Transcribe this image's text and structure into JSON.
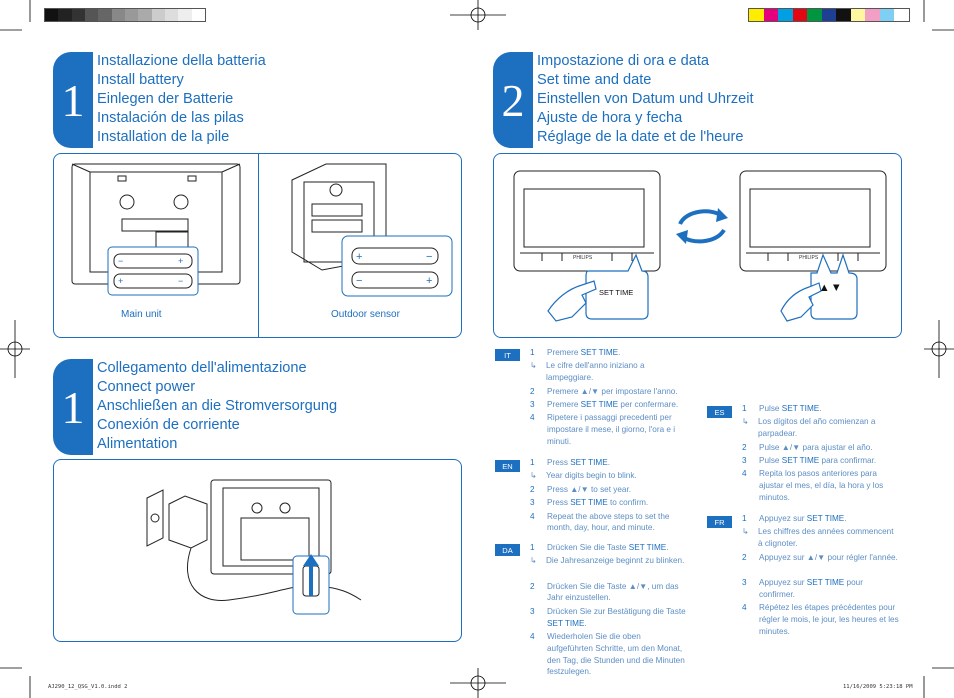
{
  "sections": {
    "battery": {
      "number": "1",
      "lines": [
        "Installazione della batteria",
        "Install battery",
        "Einlegen der Batterie",
        "Instalación de las pilas",
        "Installation de la pile"
      ],
      "captions": {
        "main_unit": "Main unit",
        "outdoor_sensor": "Outdoor sensor"
      }
    },
    "power": {
      "number": "1",
      "lines": [
        "Collegamento dell'alimentazione",
        "Connect power",
        "Anschließen an die Stromversorgung",
        "Conexión de corriente",
        "Alimentation"
      ]
    },
    "time": {
      "number": "2",
      "lines": [
        "Impostazione di ora e data",
        "Set time and date",
        "Einstellen von Datum und Uhrzeit",
        "Ajuste de hora y fecha",
        "Réglage de la date et de l'heure"
      ],
      "set_time_label": "SET TIME",
      "brand": "PHILIPS",
      "up_down": "▲  ▼"
    }
  },
  "instructions": {
    "it": {
      "tag": "IT",
      "steps": [
        {
          "n": "1",
          "a": "Premere ",
          "k": "SET TIME",
          "b": "."
        },
        {
          "sub": "Le cifre dell'anno iniziano a lampeggiare."
        },
        {
          "n": "2",
          "a": "Premere ▲/▼ per impostare l'anno."
        },
        {
          "n": "3",
          "a": "Premere ",
          "k": "SET TIME",
          "b": " per confermare."
        },
        {
          "n": "4",
          "a": "Ripetere i passaggi precedenti per impostare il mese, il giorno, l'ora e i minuti."
        }
      ]
    },
    "en": {
      "tag": "EN",
      "steps": [
        {
          "n": "1",
          "a": "Press ",
          "k": "SET TIME",
          "b": "."
        },
        {
          "sub": "Year digits begin to blink."
        },
        {
          "n": "2",
          "a": "Press ▲/▼ to set year."
        },
        {
          "n": "3",
          "a": "Press ",
          "k": "SET TIME",
          "b": " to confirm."
        },
        {
          "n": "4",
          "a": "Repeat the above steps to set the month, day, hour, and minute."
        }
      ]
    },
    "da": {
      "tag": "DA",
      "steps": [
        {
          "n": "1",
          "a": "Drücken Sie die Taste ",
          "k": "SET TIME",
          "b": "."
        },
        {
          "sub": "Die Jahresanzeige beginnt zu blinken."
        },
        {
          "n": "2",
          "a": "Drücken Sie die Taste ▲/▼, um das Jahr einzustellen."
        },
        {
          "n": "3",
          "a": "Drücken Sie zur Bestätigung die Taste ",
          "k": "SET TIME",
          "b": "."
        },
        {
          "n": "4",
          "a": "Wiederholen Sie die oben aufgeführten Schritte, um den Monat, den Tag, die Stunden und die Minuten festzulegen."
        }
      ]
    },
    "es": {
      "tag": "ES",
      "steps": [
        {
          "n": "1",
          "a": "Pulse ",
          "k": "SET TIME",
          "b": "."
        },
        {
          "sub": "Los dígitos del año comienzan a parpadear."
        },
        {
          "n": "2",
          "a": "Pulse ▲/▼ para ajustar el año."
        },
        {
          "n": "3",
          "a": "Pulse ",
          "k": "SET TIME",
          "b": " para confirmar."
        },
        {
          "n": "4",
          "a": "Repita los pasos anteriores para ajustar el mes, el día, la hora y los minutos."
        }
      ]
    },
    "fr": {
      "tag": "FR",
      "steps": [
        {
          "n": "1",
          "a": "Appuyez sur ",
          "k": "SET TIME",
          "b": "."
        },
        {
          "sub": "Les chiffres des années commencent à clignoter."
        },
        {
          "n": "2",
          "a": "Appuyez sur ▲/▼ pour régler l'année."
        },
        {
          "n": "3",
          "a": "Appuyez sur ",
          "k": "SET TIME",
          "b": " pour confirmer."
        },
        {
          "n": "4",
          "a": "Répétez les étapes précédentes pour régler le mois, le jour, les heures et les minutes."
        }
      ]
    }
  },
  "slug": {
    "left": "AJ290_12_QSG_V1.0.indd   2",
    "right": "11/16/2009   5:23:18 PM"
  },
  "colors": {
    "accent": "#1d6fbf",
    "text_light": "#5d8ec4"
  }
}
